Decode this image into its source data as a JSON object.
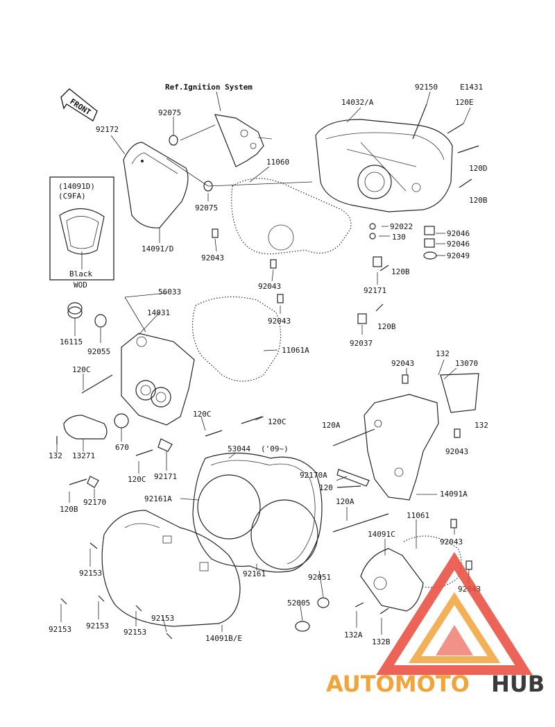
{
  "diagram": {
    "code": "E1431",
    "ref_note": "Ref.Ignition System",
    "front_arrow": "FRONT",
    "inset": {
      "line1": "(14091D)",
      "line2": "(C9FA)",
      "color_label": "Black",
      "variant": "WOD"
    },
    "labels": [
      {
        "id": "92150",
        "text": "92150"
      },
      {
        "id": "14032A",
        "text": "14032/A"
      },
      {
        "id": "120E",
        "text": "120E"
      },
      {
        "id": "120D",
        "text": "120D"
      },
      {
        "id": "120B_a",
        "text": "120B"
      },
      {
        "id": "92075_a",
        "text": "92075"
      },
      {
        "id": "92172",
        "text": "92172"
      },
      {
        "id": "11060",
        "text": "11060"
      },
      {
        "id": "92075_b",
        "text": "92075"
      },
      {
        "id": "14091D",
        "text": "14091/D"
      },
      {
        "id": "92043_a",
        "text": "92043"
      },
      {
        "id": "92022",
        "text": "92022"
      },
      {
        "id": "130",
        "text": "130"
      },
      {
        "id": "92046_a",
        "text": "92046"
      },
      {
        "id": "92046_b",
        "text": "92046"
      },
      {
        "id": "92049",
        "text": "92049"
      },
      {
        "id": "120B_b",
        "text": "120B"
      },
      {
        "id": "92171_a",
        "text": "92171"
      },
      {
        "id": "92043_b",
        "text": "92043"
      },
      {
        "id": "56033",
        "text": "56033"
      },
      {
        "id": "14031",
        "text": "14031"
      },
      {
        "id": "92043_c",
        "text": "92043"
      },
      {
        "id": "120B_c",
        "text": "120B"
      },
      {
        "id": "16115",
        "text": "16115"
      },
      {
        "id": "92055",
        "text": "92055"
      },
      {
        "id": "11061A",
        "text": "11061A"
      },
      {
        "id": "92037",
        "text": "92037"
      },
      {
        "id": "92043_d",
        "text": "92043"
      },
      {
        "id": "132_a",
        "text": "132"
      },
      {
        "id": "13070",
        "text": "13070"
      },
      {
        "id": "120C_a",
        "text": "120C"
      },
      {
        "id": "132_b",
        "text": "132"
      },
      {
        "id": "120C_b",
        "text": "120C"
      },
      {
        "id": "120C_c",
        "text": "120C"
      },
      {
        "id": "120A_a",
        "text": "120A"
      },
      {
        "id": "132_c",
        "text": "132"
      },
      {
        "id": "13271",
        "text": "13271"
      },
      {
        "id": "670",
        "text": "670"
      },
      {
        "id": "92043_e",
        "text": "92043"
      },
      {
        "id": "53044",
        "text": "53044"
      },
      {
        "id": "09",
        "text": "('09~)"
      },
      {
        "id": "120C_d",
        "text": "120C"
      },
      {
        "id": "92171_b",
        "text": "92171"
      },
      {
        "id": "92170A",
        "text": "92170A"
      },
      {
        "id": "120_a",
        "text": "120"
      },
      {
        "id": "14091A",
        "text": "14091A"
      },
      {
        "id": "120B_d",
        "text": "120B"
      },
      {
        "id": "92170",
        "text": "92170"
      },
      {
        "id": "92161A",
        "text": "92161A"
      },
      {
        "id": "120A_b",
        "text": "120A"
      },
      {
        "id": "11061",
        "text": "11061"
      },
      {
        "id": "14091C",
        "text": "14091C"
      },
      {
        "id": "92043_f",
        "text": "92043"
      },
      {
        "id": "92153_a",
        "text": "92153"
      },
      {
        "id": "92161",
        "text": "92161"
      },
      {
        "id": "92051",
        "text": "92051"
      },
      {
        "id": "92043_g",
        "text": "92043"
      },
      {
        "id": "52005",
        "text": "52005"
      },
      {
        "id": "92153_b",
        "text": "92153"
      },
      {
        "id": "92153_c",
        "text": "92153"
      },
      {
        "id": "92153_d",
        "text": "92153"
      },
      {
        "id": "92153_e",
        "text": "92153"
      },
      {
        "id": "14091BE",
        "text": "14091B/E"
      },
      {
        "id": "132A",
        "text": "132A"
      },
      {
        "id": "132B",
        "text": "132B"
      }
    ]
  },
  "watermark": {
    "brand_part1": "AUTOMOTO",
    "brand_part2": "HUB",
    "color_primary": "#e84a3a",
    "color_secondary": "#f2a33a",
    "color_dark": "#3a3a3a"
  }
}
